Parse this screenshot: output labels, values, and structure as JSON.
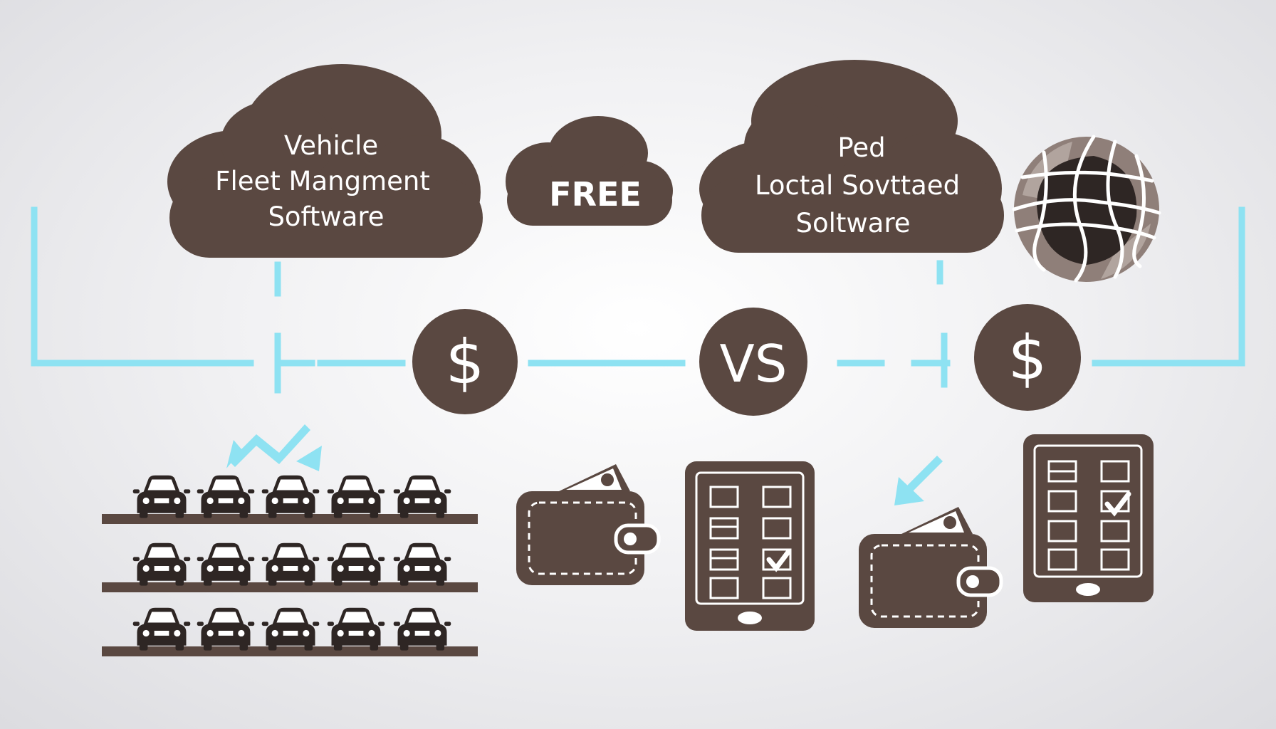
{
  "colors": {
    "brown": "#5a4841",
    "cyan": "#8ee2f2",
    "white": "#ffffff"
  },
  "clouds": {
    "left": {
      "line1": "Vehicle",
      "line2": "Fleet Mangment",
      "line3": "Software"
    },
    "middle": {
      "label": "FREE"
    },
    "right": {
      "line1": "Ped",
      "line2": "Loctal Sovttaed",
      "line3": "Soltware"
    }
  },
  "connectors": {
    "left_coin": "$",
    "center_coin": "VS",
    "right_coin": "$"
  },
  "icons": {
    "globe": "globe-icon",
    "car": "car-icon",
    "wallet": "wallet-icon",
    "tablet": "tablet-checklist-icon",
    "arrow": "arrow-icon"
  },
  "fleet": {
    "rows": 3,
    "cars_per_row": 5
  }
}
